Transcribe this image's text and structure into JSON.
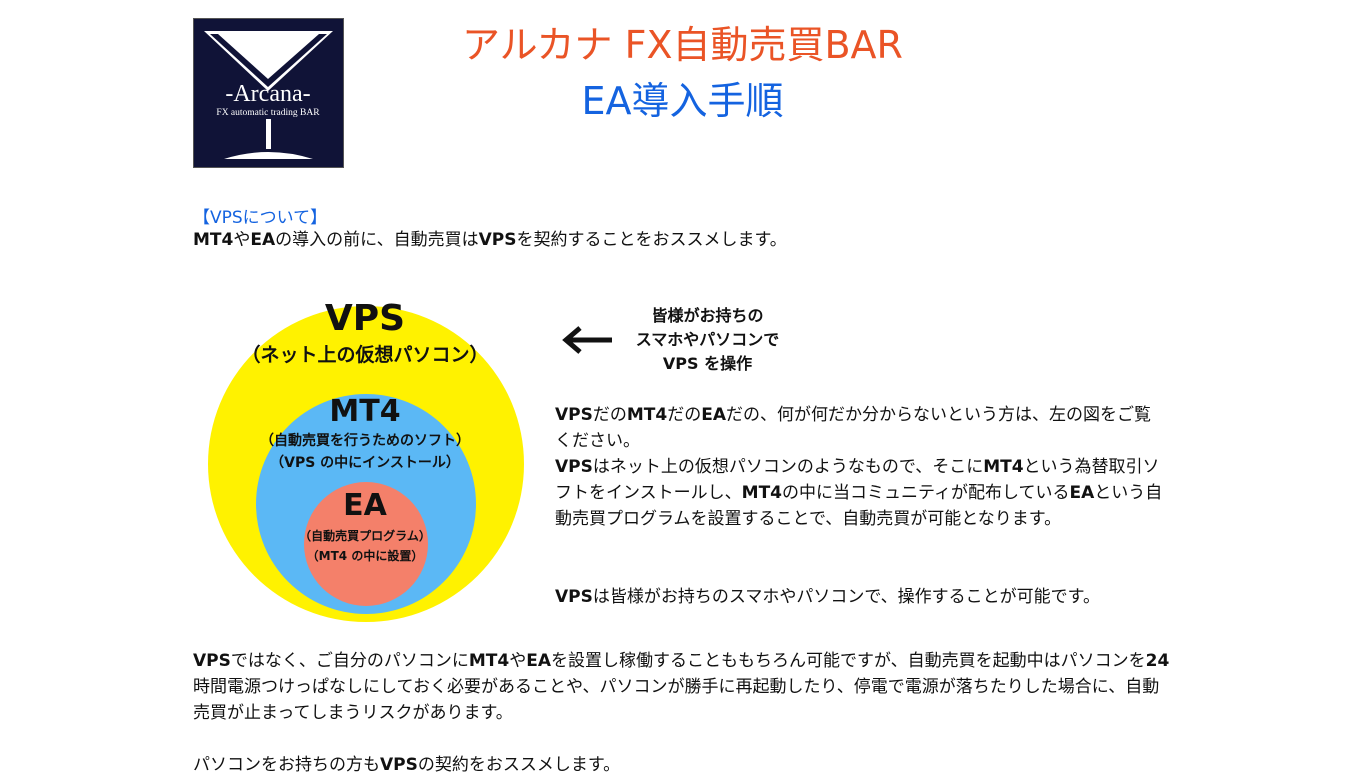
{
  "header": {
    "logo_text": "-Arcana-",
    "logo_subtext": "FX automatic trading BAR",
    "title_line1": "アルカナ FX自動売買BAR",
    "title_line2": "EA導入手順"
  },
  "section": {
    "heading": "【VPSについて】"
  },
  "intro": {
    "t1": "MT4",
    "t2": "や",
    "t3": "EA",
    "t4": "の導入の前に、自動売買は",
    "t5": "VPS",
    "t6": "を契約することをおススメします。"
  },
  "diagram": {
    "vps_title": "VPS",
    "vps_sub": "（ネット上の仮想パソコン）",
    "mt4_title": "MT4",
    "mt4_sub1": "（自動売買を行うためのソフト）",
    "mt4_sub2": "（VPS の中にインストール）",
    "ea_title": "EA",
    "ea_sub1": "（自動売買プログラム）",
    "ea_sub2": "（MT4 の中に設置）",
    "colors": {
      "outer": "#fff200",
      "middle": "#5bb8f5",
      "inner": "#f4806a"
    }
  },
  "note": {
    "line1": "皆様がお持ちの",
    "line2": "スマホやパソコンで",
    "line3": "VPS を操作"
  },
  "explain1": {
    "a1": "VPS",
    "a2": "だの",
    "a3": "MT4",
    "a4": "だの",
    "a5": "EA",
    "a6": "だの、何が何だか分からないという方は、左の図をご覧ください。"
  },
  "explain2": {
    "b1": "VPS",
    "b2": "はネット上の仮想パソコンのようなもので、そこに",
    "b3": "MT4",
    "b4": "という為替取引ソフトをインストールし、",
    "b5": "MT4",
    "b6": "の中に当コミュニティが配布している",
    "b7": "EA",
    "b8": "という自動売買プログラムを設置することで、自動売買が可能となります。"
  },
  "explain3": {
    "c1": "VPS",
    "c2": "は皆様がお持ちのスマホやパソコンで、操作することが可能です。"
  },
  "explain4": {
    "d1": "VPS",
    "d2": "ではなく、ご自分のパソコンに",
    "d3": "MT4",
    "d4": "や",
    "d5": "EA",
    "d6": "を設置し稼働することももちろん可能ですが、自動売買を起動中はパソコンを",
    "d7": "24",
    "d8": "時間電源つけっぱなしにしておく必要があることや、パソコンが勝手に再起動したり、停電で電源が落ちたりした場合に、自動売買が止まってしまうリスクがあります。"
  },
  "explain5": {
    "e1": "パソコンをお持ちの方も",
    "e2": "VPS",
    "e3": "の契約をおススメします。"
  },
  "theme": {
    "title_orange": "#ea5426",
    "title_blue": "#1463e0",
    "logo_bg": "#101337"
  }
}
